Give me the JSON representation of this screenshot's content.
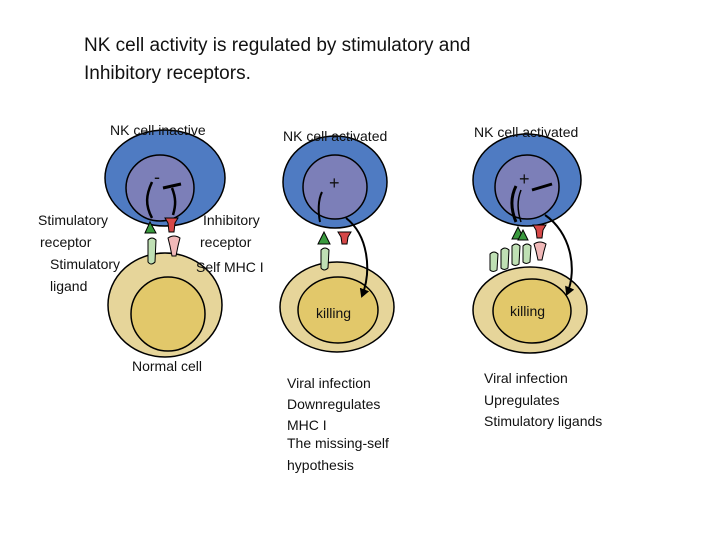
{
  "title": {
    "line1": "NK cell activity is regulated by stimulatory and",
    "line2": "Inhibitory receptors."
  },
  "panels": [
    {
      "nk_label": "NK cell inactive",
      "sign": "-",
      "target_labels": [
        "Normal cell"
      ]
    },
    {
      "nk_label": "NK cell activated",
      "sign": "+",
      "killing": "killing",
      "target_labels": [
        "Viral infection",
        "Downregulates",
        "MHC I",
        "The missing-self",
        "hypothesis"
      ]
    },
    {
      "nk_label": "NK cell activated",
      "sign": "+",
      "killing": "killing",
      "target_labels": [
        "Viral infection",
        "Upregulates",
        "Stimulatory ligands"
      ]
    }
  ],
  "receptor_labels": {
    "stimulatory_receptor": [
      "Stimulatory",
      "receptor"
    ],
    "stimulatory_ligand": [
      "Stimulatory",
      "ligand"
    ],
    "inhibitory_receptor": [
      "Inhibitory",
      "receptor"
    ],
    "self_mhc": "Self MHC I"
  },
  "colors": {
    "nk_outer": "#4f7bc2",
    "nk_nucleus": "#7c7fb8",
    "target_outer": "#e6d59a",
    "target_inner": "#e2c86a",
    "stim_receptor": "#3a9a3e",
    "inhib_receptor": "#d64848",
    "stim_ligand": "#bfe0b4",
    "mhc": "#f0b8b8",
    "outline": "#000000"
  }
}
